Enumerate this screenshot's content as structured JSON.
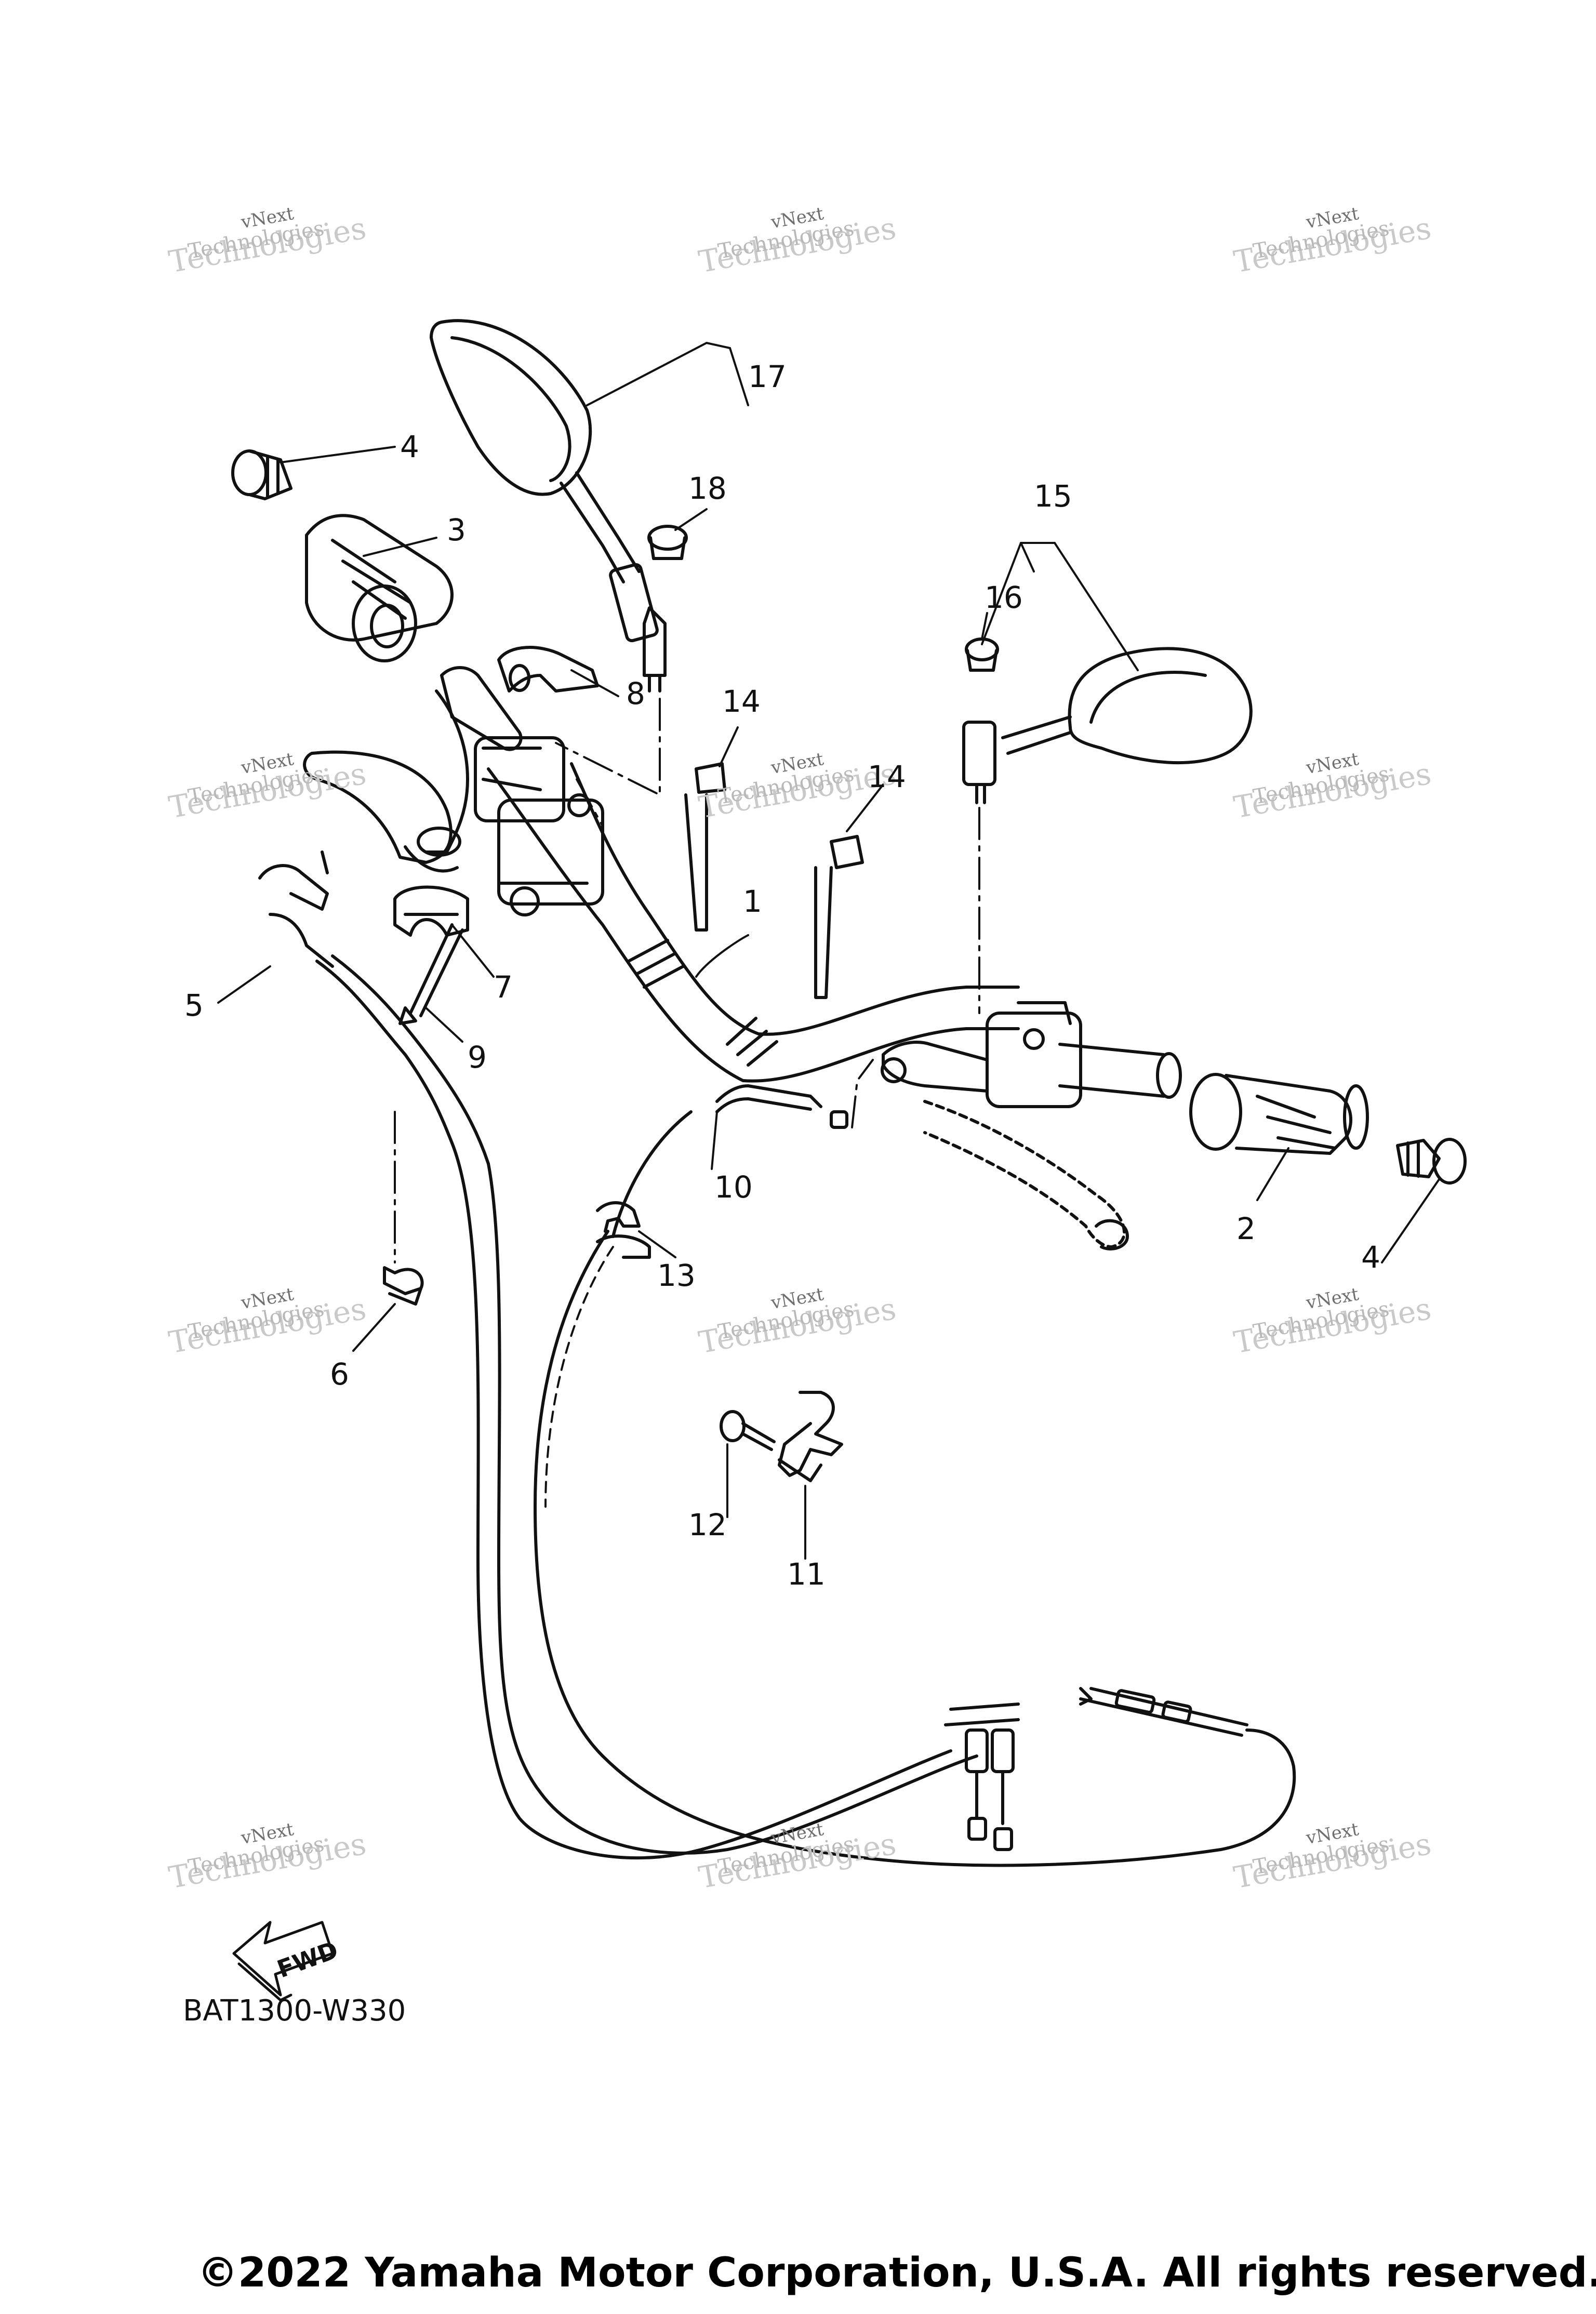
{
  "diagram_code": "BAT1300-W330",
  "copyright": "©2022 Yamaha Motor Corporation, U.S.A. All rights reserved.",
  "fwd_label": "FWD",
  "watermark": {
    "line1": "vNext",
    "line2": "Technologies",
    "line3": "Technologies"
  },
  "callouts": {
    "c1": "1",
    "c2": "2",
    "c3": "3",
    "c4a": "4",
    "c4b": "4",
    "c5": "5",
    "c6": "6",
    "c7": "7",
    "c8": "8",
    "c9": "9",
    "c10": "10",
    "c11": "11",
    "c12": "12",
    "c13": "13",
    "c14a": "14",
    "c14b": "14",
    "c15": "15",
    "c16": "16",
    "c17": "17",
    "c18": "18"
  }
}
